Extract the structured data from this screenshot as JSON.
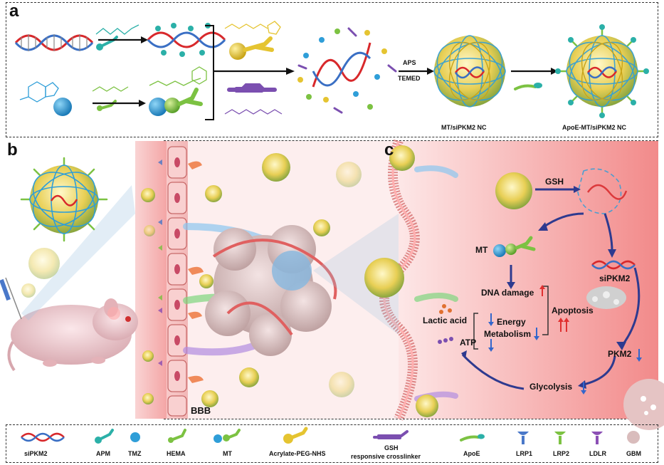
{
  "panels": {
    "a": "a",
    "b": "b",
    "c": "c"
  },
  "panel_a": {
    "aps": "APS",
    "temed": "TEMED",
    "mt_sipkm2_nc": "MT/siPKM2 NC",
    "apoe_mt_sipkm2_nc": "ApoE-MT/siPKM2 NC"
  },
  "panel_b": {
    "bbb": "BBB"
  },
  "panel_c": {
    "gsh": "GSH",
    "mt": "MT",
    "sipkm2": "siPKM2",
    "dna_damage": "DNA damage",
    "apoptosis": "Apoptosis",
    "energy": "Energy",
    "metabolism": "Metabolism",
    "lactic_acid": "Lactic acid",
    "atp": "ATP",
    "pkm2": "PKM2",
    "glycolysis": "Glycolysis"
  },
  "legend": {
    "sipkm2": "siPKM2",
    "apm": "APM",
    "tmz": "TMZ",
    "hema": "HEMA",
    "mt": "MT",
    "acrylate_peg_nhs": "Acrylate-PEG-NHS",
    "gsh_line1": "GSH",
    "gsh_line2": "responsive crosslinker",
    "apoe": "ApoE",
    "lrp1": "LRP1",
    "lrp2": "LRP2",
    "ldlr": "LDLR",
    "gbm": "GBM"
  },
  "colors": {
    "dna_red": "#d8282b",
    "dna_blue": "#3a6fc4",
    "teal": "#2bb0a8",
    "tmz_blue": "#2f9ed8",
    "green": "#7cc242",
    "yellow": "#e5c431",
    "purple": "#7b4fb0",
    "receptor_blue": "#4a78c9",
    "receptor_purple": "#8b4fb5",
    "tissue_pink": "#f2b7b7",
    "arrow_navy": "#2e3a8f",
    "up_red": "#e03030",
    "down_blue": "#3366cc"
  }
}
